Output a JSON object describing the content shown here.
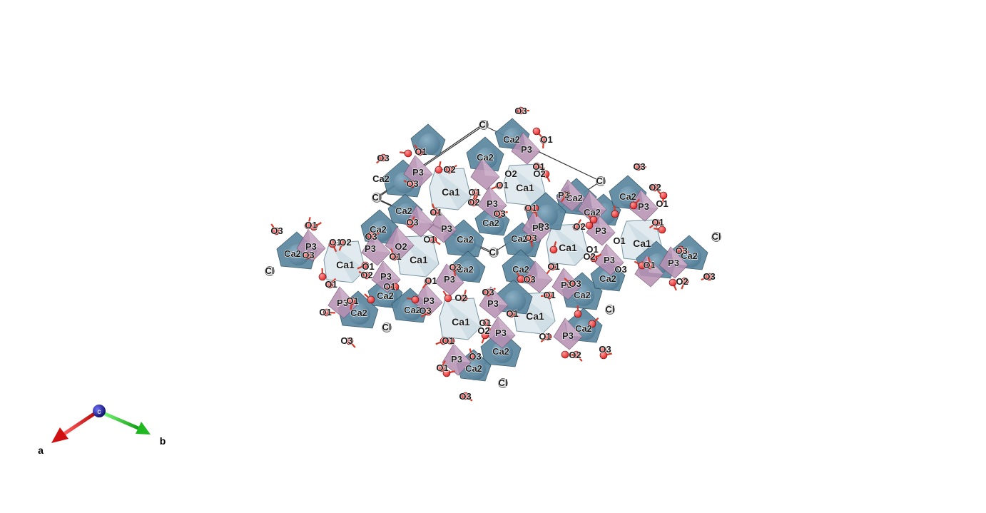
{
  "structure": {
    "labels": {
      "calcium_1": "Ca1",
      "calcium_2": "Ca2",
      "phosphorus": "P3",
      "oxygen_1": "O1",
      "oxygen_2": "O2",
      "oxygen_3": "O3",
      "chlorine": "Cl"
    },
    "colors": {
      "ca1_polyhedron": "#dde8ee",
      "ca2_atom": "#4e7891",
      "ca2_polyhedron": "#5b87a0",
      "p_polyhedron": "#b892b4",
      "oxygen": "#e02020",
      "chlorine": "#c8c8c8",
      "bond": "#d63a2a",
      "cell_edge": "#333333"
    }
  },
  "axes": {
    "a_label": "a",
    "b_label": "b",
    "c_label": "c",
    "colors": {
      "a": "#e01010",
      "b": "#22cc22",
      "c": "#1a1a9a"
    }
  }
}
